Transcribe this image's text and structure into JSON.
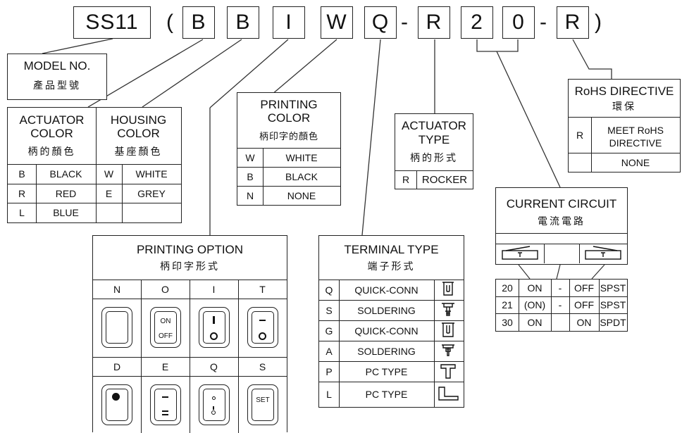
{
  "code": {
    "cells": [
      "SS11",
      "B",
      "B",
      "I",
      "W",
      "Q",
      "R",
      "2",
      "0",
      "R"
    ],
    "open_paren": "(",
    "close_paren": ")",
    "dash": "-"
  },
  "model_no": {
    "title": "MODEL NO.",
    "cn": "產品型號"
  },
  "actuator_color": {
    "title_1": "ACTUATOR",
    "title_2": "COLOR",
    "cn": "柄的顏色",
    "rows": [
      [
        "B",
        "BLACK"
      ],
      [
        "R",
        "RED"
      ],
      [
        "L",
        "BLUE"
      ]
    ]
  },
  "housing_color": {
    "title_1": "HOUSING",
    "title_2": "COLOR",
    "cn": "基座顏色",
    "rows": [
      [
        "W",
        "WHITE"
      ],
      [
        "E",
        "GREY"
      ],
      [
        "",
        ""
      ]
    ]
  },
  "printing_color": {
    "title_1": "PRINTING",
    "title_2": "COLOR",
    "cn": "柄印字的顏色",
    "rows": [
      [
        "W",
        "WHITE"
      ],
      [
        "B",
        "BLACK"
      ],
      [
        "N",
        "NONE"
      ]
    ]
  },
  "actuator_type": {
    "title_1": "ACTUATOR",
    "title_2": "TYPE",
    "cn": "柄的形式",
    "rows": [
      [
        "R",
        "ROCKER"
      ]
    ]
  },
  "rohs": {
    "title": "RoHS DIRECTIVE",
    "cn": "環保",
    "rows": [
      [
        "R",
        "MEET RoHS",
        "DIRECTIVE"
      ],
      [
        "",
        "NONE",
        ""
      ]
    ]
  },
  "printing_option": {
    "title": "PRINTING OPTION",
    "cn": "柄印字形式",
    "row1": [
      "N",
      "O",
      "I",
      "T"
    ],
    "row2": [
      "D",
      "E",
      "Q",
      "S"
    ],
    "on_label": "ON",
    "off_label": "OFF",
    "set_label": "SET"
  },
  "terminal_type": {
    "title": "TERMINAL TYPE",
    "cn": "端子形式",
    "rows": [
      [
        "Q",
        "QUICK-CONN"
      ],
      [
        "S",
        "SOLDERING"
      ],
      [
        "G",
        "QUICK-CONN"
      ],
      [
        "A",
        "SOLDERING"
      ],
      [
        "P",
        "PC TYPE"
      ],
      [
        "L",
        "PC TYPE"
      ]
    ]
  },
  "current_circuit": {
    "title": "CURRENT CIRCUIT",
    "cn": "電流電路",
    "rows": [
      [
        "20",
        "ON",
        "-",
        "OFF",
        "SPST"
      ],
      [
        "21",
        "(ON)",
        "-",
        "OFF",
        "SPST"
      ],
      [
        "30",
        "ON",
        "",
        "ON",
        "SPDT"
      ]
    ]
  }
}
